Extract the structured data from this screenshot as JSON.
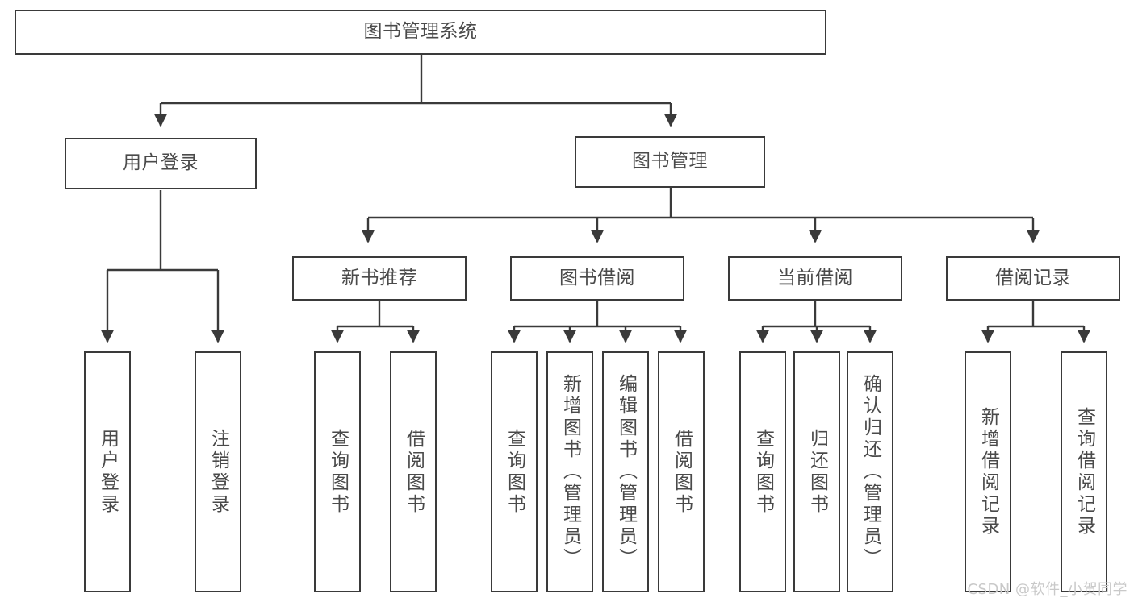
{
  "diagram": {
    "title": "图书管理系统",
    "type": "tree",
    "watermark": "CSDN @软件_小贺同学",
    "colors": {
      "box_border": "#3a3a3a",
      "box_fill": "#ffffff",
      "text": "#4a4a4a",
      "connector": "#3a3a3a",
      "watermark": "#c9c9c9",
      "background": "#ffffff"
    },
    "root": {
      "label": "图书管理系统",
      "orientation": "horizontal"
    },
    "level2": [
      {
        "label": "用户登录",
        "orientation": "horizontal"
      },
      {
        "label": "图书管理",
        "orientation": "horizontal"
      }
    ],
    "level3": [
      {
        "label": "新书推荐",
        "orientation": "horizontal"
      },
      {
        "label": "图书借阅",
        "orientation": "horizontal"
      },
      {
        "label": "当前借阅",
        "orientation": "horizontal"
      },
      {
        "label": "借阅记录",
        "orientation": "horizontal"
      }
    ],
    "leaves": {
      "user_login": [
        {
          "label": "用户登录",
          "orientation": "vertical"
        },
        {
          "label": "注销登录",
          "orientation": "vertical"
        }
      ],
      "new_book_recommend": [
        {
          "label": "查询图书",
          "orientation": "vertical"
        },
        {
          "label": "借阅图书",
          "orientation": "vertical"
        }
      ],
      "book_borrow": [
        {
          "label": "查询图书",
          "orientation": "vertical"
        },
        {
          "label": "新增图书（管理员）",
          "orientation": "vertical"
        },
        {
          "label": "编辑图书（管理员）",
          "orientation": "vertical"
        },
        {
          "label": "借阅图书",
          "orientation": "vertical"
        }
      ],
      "current_borrow": [
        {
          "label": "查询图书",
          "orientation": "vertical"
        },
        {
          "label": "归还图书",
          "orientation": "vertical"
        },
        {
          "label": "确认归还（管理员）",
          "orientation": "vertical"
        }
      ],
      "borrow_record": [
        {
          "label": "新增借阅记录",
          "orientation": "vertical"
        },
        {
          "label": "查询借阅记录",
          "orientation": "vertical"
        }
      ]
    }
  }
}
